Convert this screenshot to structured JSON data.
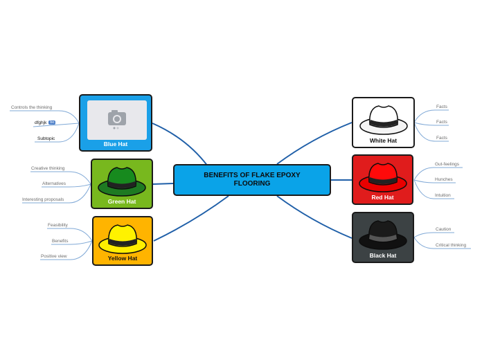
{
  "central": {
    "title": "BENEFITS OF FLAKE EPOXY FLOORING"
  },
  "hats": {
    "blue": {
      "label": "Blue Hat",
      "color": "#1aa0e8",
      "text_color": "#ffffff"
    },
    "green": {
      "label": "Green Hat",
      "color": "#78b81e",
      "text_color": "#ffffff"
    },
    "yellow": {
      "label": "Yellow Hat",
      "color": "#ffb400",
      "text_color": "#111111"
    },
    "white": {
      "label": "White Hat",
      "color": "#ffffff",
      "text_color": "#111111"
    },
    "red": {
      "label": "Red Hat",
      "color": "#e01c1c",
      "text_color": "#ffffff"
    },
    "black": {
      "label": "Black Hat",
      "color": "#3c4244",
      "text_color": "#ffffff"
    }
  },
  "leaves": {
    "blue": [
      "Controls the thinking",
      "dfghjk",
      "Subtopic"
    ],
    "blue_tag": "bo",
    "green": [
      "Creative thinking",
      "Alternatives",
      "Interesting proposals"
    ],
    "yellow": [
      "Feasibility",
      "Benefits",
      "Positive view"
    ],
    "white": [
      "Facts",
      "Facts",
      "Facts"
    ],
    "red": [
      "Gut-feelings",
      "Hunches",
      "Intuition"
    ],
    "black": [
      "Caution",
      "Critical thinking"
    ]
  },
  "link_color": "#1f5fa8",
  "leaf_line_color": "#7fa8d6",
  "icons": {
    "blue_hat_image": "camera-icon",
    "hat": "fedora-hat-icon"
  }
}
